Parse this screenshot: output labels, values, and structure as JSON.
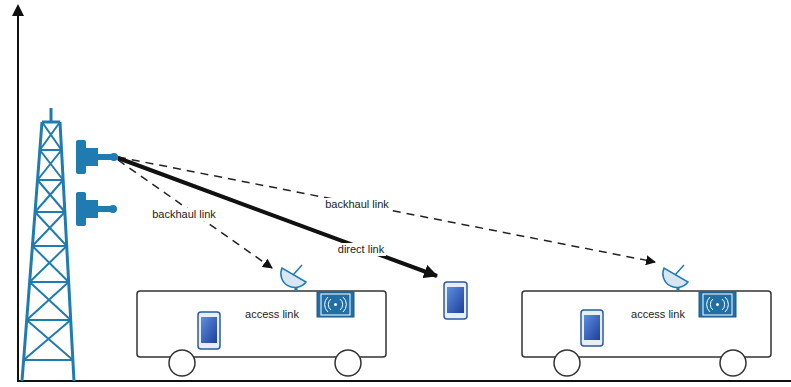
{
  "diagram": {
    "labels": [
      "backhaul link",
      "backhaul link",
      "direct link",
      "access link",
      "access link"
    ]
  }
}
